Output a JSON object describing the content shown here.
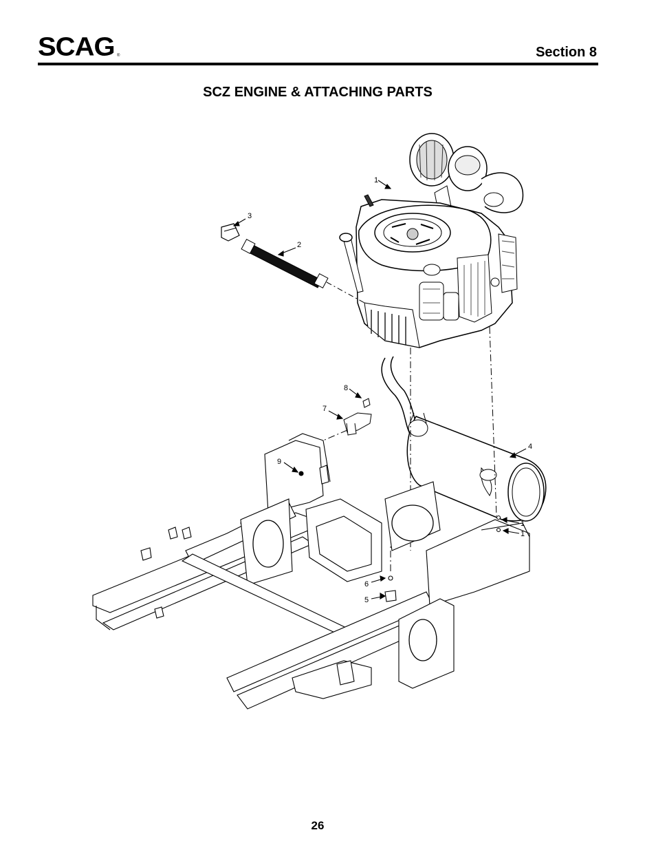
{
  "header": {
    "logo_text": "SCAG",
    "logo_mark": "®",
    "section": "Section 8"
  },
  "title": "SCZ ENGINE & ATTACHING PARTS",
  "callouts": {
    "c1_engine": "1",
    "c2_hose": "2",
    "c3_fitting": "3",
    "c4_muffler": "4",
    "c5": "5",
    "c6": "6",
    "c7": "7",
    "c8": "8",
    "c9": "9",
    "c1_lower_a": "1",
    "c1_lower_b": "1"
  },
  "footer": {
    "page_number": "26"
  }
}
